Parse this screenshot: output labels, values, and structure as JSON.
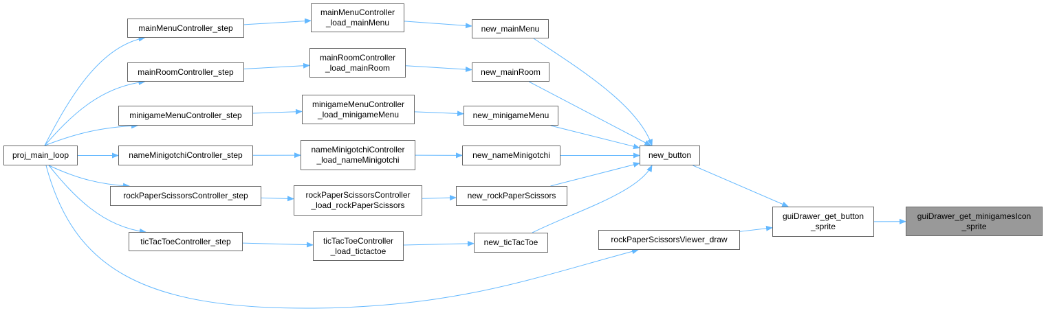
{
  "nodes": {
    "proj_main_loop": "proj_main_loop",
    "mainMenuController_step": "mainMenuController_step",
    "mainRoomController_step": "mainRoomController_step",
    "minigameMenuController_step": "minigameMenuController_step",
    "nameMinigotchiController_step": "nameMinigotchiController_step",
    "rockPaperScissorsController_step": "rockPaperScissorsController_step",
    "ticTacToeController_step": "ticTacToeController_step",
    "mainMenuController_load": "mainMenuController\n_load_mainMenu",
    "mainRoomController_load": "mainRoomController\n_load_mainRoom",
    "minigameMenuController_load": "minigameMenuController\n_load_minigameMenu",
    "nameMinigotchiController_load": "nameMinigotchiController\n_load_nameMinigotchi",
    "rockPaperScissorsController_load": "rockPaperScissorsController\n_load_rockPaperScissors",
    "ticTacToeController_load": "ticTacToeController\n_load_tictactoe",
    "new_mainMenu": "new_mainMenu",
    "new_mainRoom": "new_mainRoom",
    "new_minigameMenu": "new_minigameMenu",
    "new_nameMinigotchi": "new_nameMinigotchi",
    "new_rockPaperScissors": "new_rockPaperScissors",
    "new_ticTacToe": "new_ticTacToe",
    "new_button": "new_button",
    "rockPaperScissorsViewer_draw": "rockPaperScissorsViewer_draw",
    "guiDrawer_get_button_sprite": "guiDrawer_get_button\n_sprite",
    "guiDrawer_get_minigamesIcon_sprite": "guiDrawer_get_minigamesIcon\n_sprite"
  },
  "edges": [
    [
      "proj_main_loop",
      "mainMenuController_step"
    ],
    [
      "proj_main_loop",
      "mainRoomController_step"
    ],
    [
      "proj_main_loop",
      "minigameMenuController_step"
    ],
    [
      "proj_main_loop",
      "nameMinigotchiController_step"
    ],
    [
      "proj_main_loop",
      "rockPaperScissorsController_step"
    ],
    [
      "proj_main_loop",
      "ticTacToeController_step"
    ],
    [
      "proj_main_loop",
      "rockPaperScissorsViewer_draw"
    ],
    [
      "mainMenuController_step",
      "mainMenuController_load"
    ],
    [
      "mainRoomController_step",
      "mainRoomController_load"
    ],
    [
      "minigameMenuController_step",
      "minigameMenuController_load"
    ],
    [
      "nameMinigotchiController_step",
      "nameMinigotchiController_load"
    ],
    [
      "rockPaperScissorsController_step",
      "rockPaperScissorsController_load"
    ],
    [
      "ticTacToeController_step",
      "ticTacToeController_load"
    ],
    [
      "mainMenuController_load",
      "new_mainMenu"
    ],
    [
      "mainRoomController_load",
      "new_mainRoom"
    ],
    [
      "minigameMenuController_load",
      "new_minigameMenu"
    ],
    [
      "nameMinigotchiController_load",
      "new_nameMinigotchi"
    ],
    [
      "rockPaperScissorsController_load",
      "new_rockPaperScissors"
    ],
    [
      "ticTacToeController_load",
      "new_ticTacToe"
    ],
    [
      "new_mainMenu",
      "new_button"
    ],
    [
      "new_mainRoom",
      "new_button"
    ],
    [
      "new_minigameMenu",
      "new_button"
    ],
    [
      "new_nameMinigotchi",
      "new_button"
    ],
    [
      "new_rockPaperScissors",
      "new_button"
    ],
    [
      "new_ticTacToe",
      "new_button"
    ],
    [
      "new_button",
      "guiDrawer_get_button_sprite"
    ],
    [
      "rockPaperScissorsViewer_draw",
      "guiDrawer_get_button_sprite"
    ],
    [
      "guiDrawer_get_button_sprite",
      "guiDrawer_get_minigamesIcon_sprite"
    ]
  ],
  "colors": {
    "edge": "#63b8ff",
    "node_border": "#666666",
    "highlight_fill": "#999999"
  }
}
